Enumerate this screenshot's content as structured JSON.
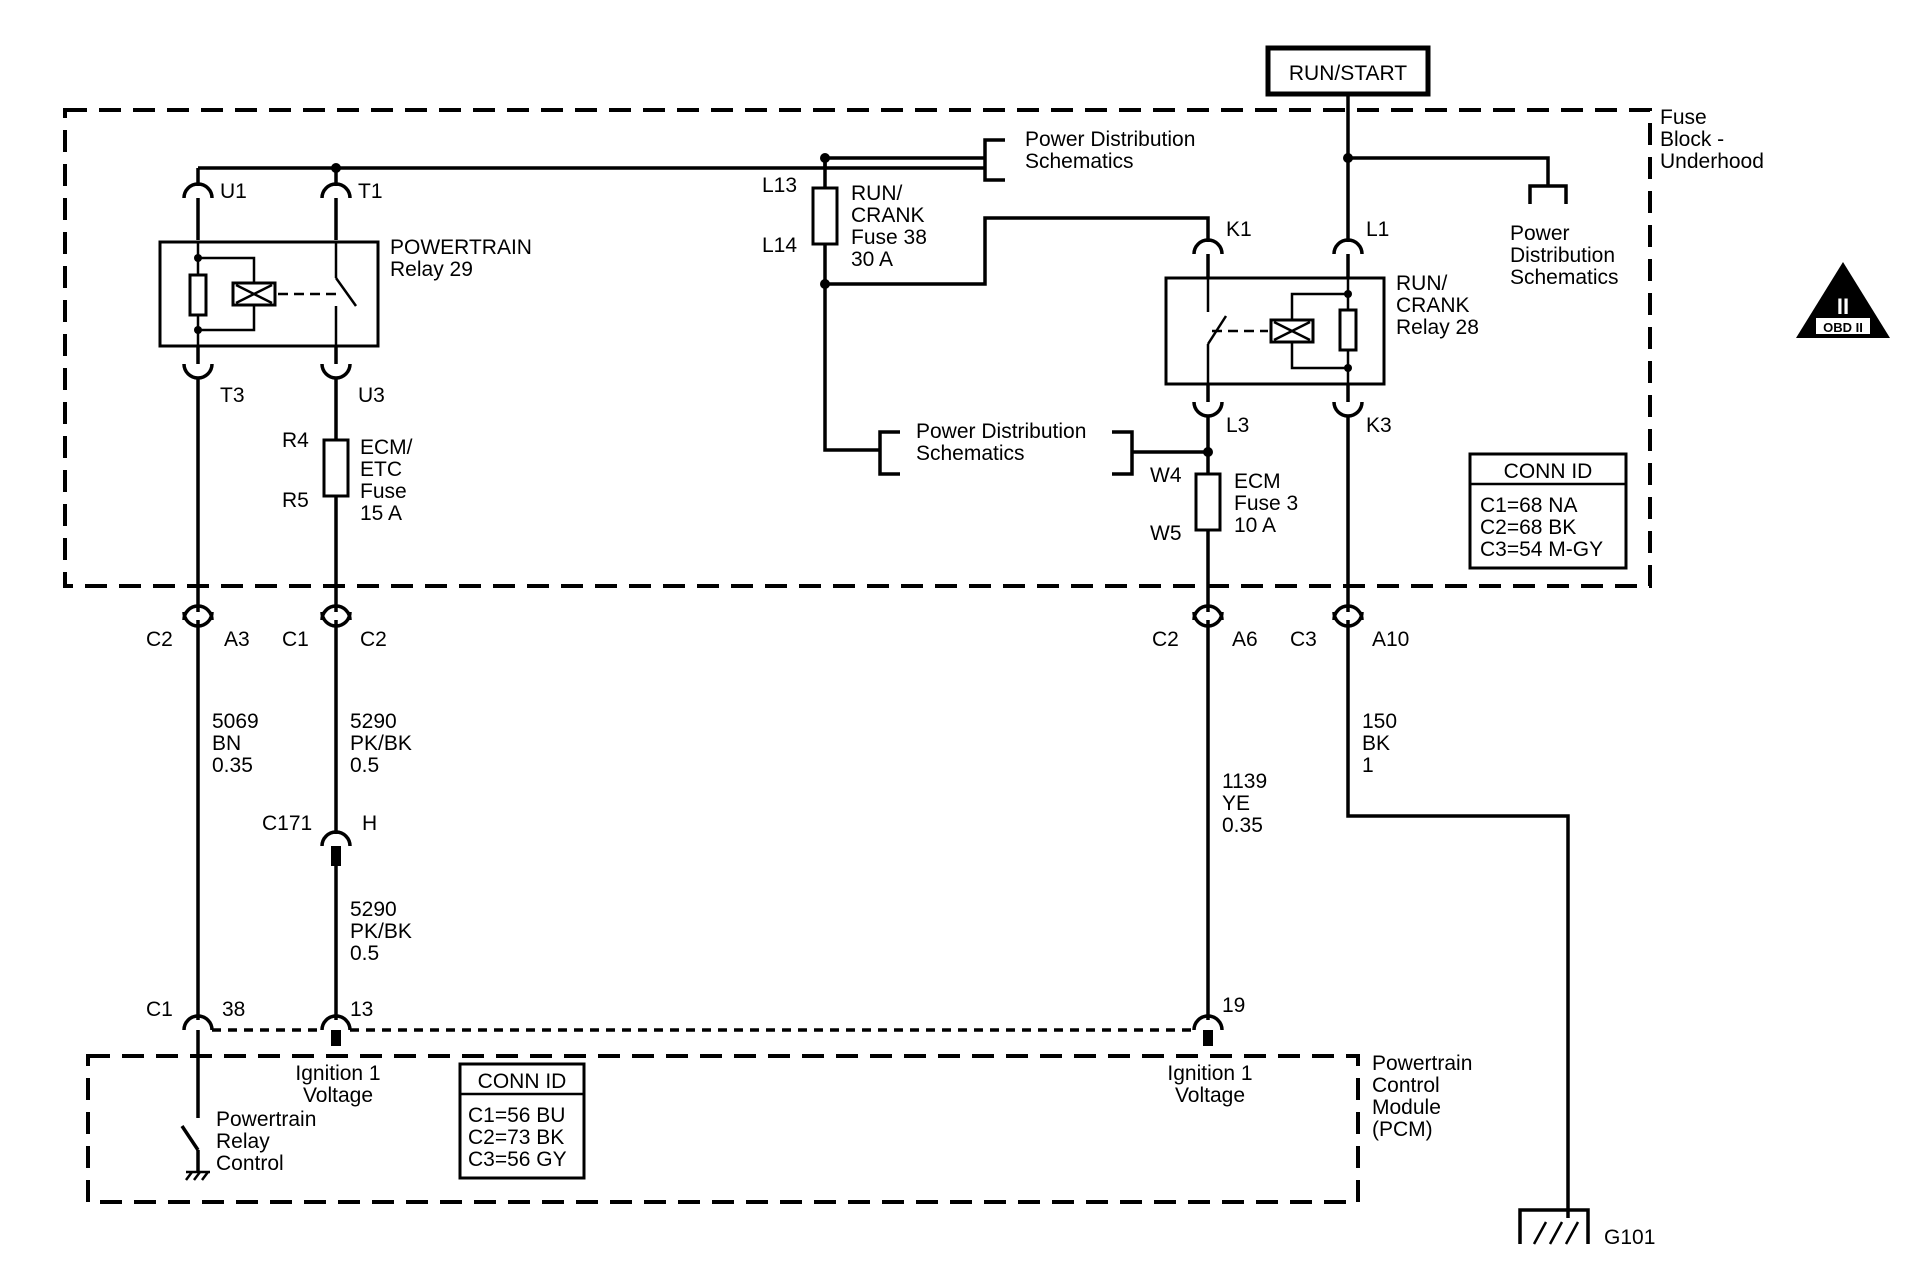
{
  "power_source": "RUN/START",
  "fuse_block": {
    "line1": "Fuse",
    "line2": "Block -",
    "line3": "Underhood"
  },
  "pds_top": {
    "line1": "Power Distribution",
    "line2": "Schematics"
  },
  "pds_right": {
    "line1": "Power",
    "line2": "Distribution",
    "line3": "Schematics"
  },
  "pds_mid": {
    "line1": "Power Distribution",
    "line2": "Schematics"
  },
  "relay_powertrain": {
    "line1": "POWERTRAIN",
    "line2": "Relay 29",
    "pin_u1": "U1",
    "pin_t1": "T1",
    "pin_t3": "T3",
    "pin_u3": "U3"
  },
  "relay_runcrank": {
    "line1": "RUN/",
    "line2": "CRANK",
    "line3": "Relay 28",
    "pin_k1": "K1",
    "pin_l1": "L1",
    "pin_l3": "L3",
    "pin_k3": "K3"
  },
  "fuse38": {
    "in": "L13",
    "out": "L14",
    "line1": "RUN/",
    "line2": "CRANK",
    "line3": "Fuse 38",
    "line4": "30 A"
  },
  "fuse_ecm_etc": {
    "in": "R4",
    "out": "R5",
    "line1": "ECM/",
    "line2": "ETC",
    "line3": "Fuse",
    "line4": "15 A"
  },
  "fuse_ecm3": {
    "in": "W4",
    "out": "W5",
    "line1": "ECM",
    "line2": "Fuse 3",
    "line3": "10 A"
  },
  "conn_fuse_block": {
    "title": "CONN ID",
    "c1": "C1=68 NA",
    "c2": "C2=68 BK",
    "c3": "C3=54 M-GY"
  },
  "conn_pcm": {
    "title": "CONN ID",
    "c1": "C1=56 BU",
    "c2": "C2=73 BK",
    "c3": "C3=56 GY"
  },
  "connectors": {
    "w1_conn": "C2",
    "w1_pin": "A3",
    "w2_conn": "C1",
    "w2_pin": "C2",
    "w3_conn": "C2",
    "w3_pin": "A6",
    "w4_conn": "C3",
    "w4_pin": "A10",
    "inline_conn": "C171",
    "inline_pin": "H"
  },
  "wires": {
    "w1": {
      "circuit": "5069",
      "color": "BN",
      "size": "0.35"
    },
    "w2": {
      "circuit": "5290",
      "color": "PK/BK",
      "size": "0.5"
    },
    "w2b": {
      "circuit": "5290",
      "color": "PK/BK",
      "size": "0.5"
    },
    "w3": {
      "circuit": "1139",
      "color": "YE",
      "size": "0.35"
    },
    "w4": {
      "circuit": "150",
      "color": "BK",
      "size": "1"
    }
  },
  "pcm": {
    "conn": "C1",
    "pin_a": "38",
    "pin_b": "13",
    "pin_c": "19",
    "ign_left": {
      "line1": "Ignition 1",
      "line2": "Voltage"
    },
    "ign_right": {
      "line1": "Ignition 1",
      "line2": "Voltage"
    },
    "relay_ctrl": {
      "line1": "Powertrain",
      "line2": "Relay",
      "line3": "Control"
    },
    "name": {
      "line1": "Powertrain",
      "line2": "Control",
      "line3": "Module",
      "line4": "(PCM)"
    }
  },
  "ground": "G101",
  "obd_badge": {
    "numeral": "II",
    "label": "OBD II"
  }
}
